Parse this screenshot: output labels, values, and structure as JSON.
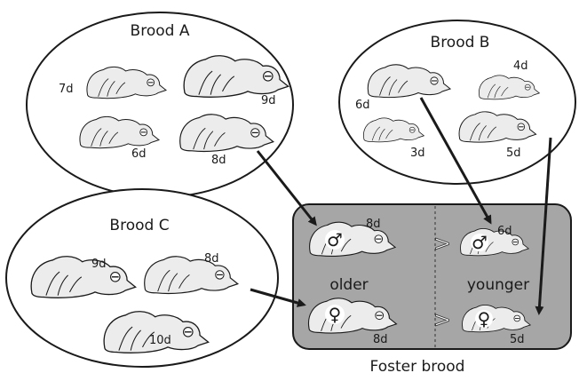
{
  "broods": [
    {
      "title": "Brood A",
      "chicks": [
        {
          "age": "7d"
        },
        {
          "age": "9d"
        },
        {
          "age": "6d"
        },
        {
          "age": "8d"
        }
      ]
    },
    {
      "title": "Brood B",
      "chicks": [
        {
          "age": "6d"
        },
        {
          "age": "4d"
        },
        {
          "age": "3d"
        },
        {
          "age": "5d"
        }
      ]
    },
    {
      "title": "Brood C",
      "chicks": [
        {
          "age": "9d"
        },
        {
          "age": "8d"
        },
        {
          "age": "10d"
        }
      ]
    }
  ],
  "foster": {
    "caption": "Foster brood",
    "left_column_label": "older",
    "right_column_label": "younger",
    "comparison_symbol": ">",
    "chicks": [
      {
        "position": "older-male",
        "age": "8d",
        "sex_symbol": "♂"
      },
      {
        "position": "younger-male",
        "age": "6d",
        "sex_symbol": "♂"
      },
      {
        "position": "older-female",
        "age": "8d",
        "sex_symbol": "♀"
      },
      {
        "position": "younger-female",
        "age": "5d",
        "sex_symbol": "♀"
      }
    ]
  },
  "colors": {
    "chick_fill": "#ececec",
    "foster_fill": "#a6a6a6",
    "outline": "#1a1a1a"
  }
}
